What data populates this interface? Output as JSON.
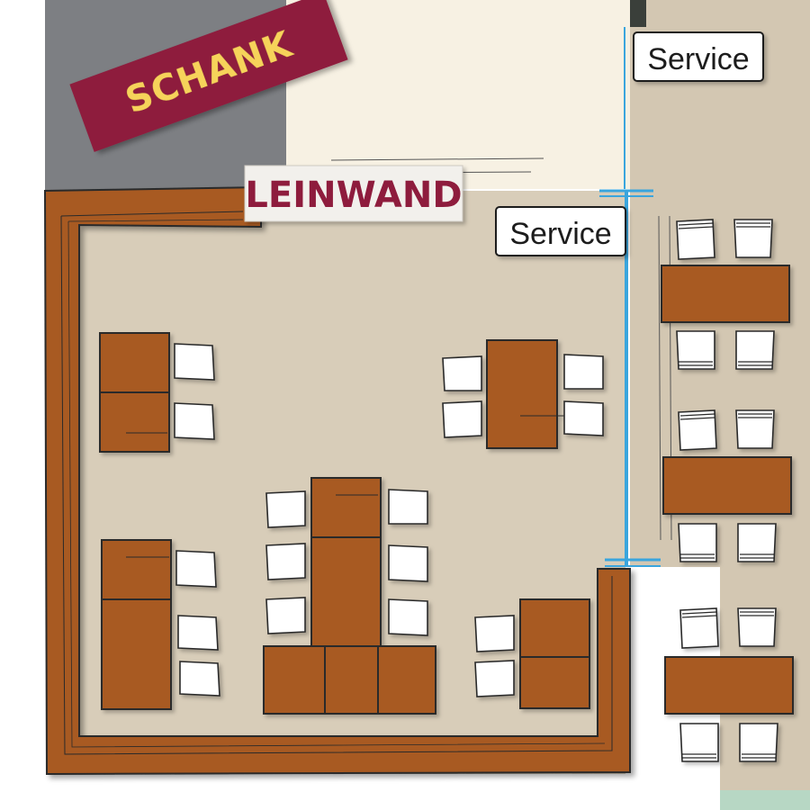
{
  "labels": {
    "bar": "SCHANK",
    "screen": "LEINWAND",
    "service_top": "Service",
    "service_mid": "Service"
  },
  "colors": {
    "bar_area": "#7d7f83",
    "bar_sign": "#8e1f3c",
    "bar_sign_text": "#f6d35a",
    "screen_area": "#f7f1e3",
    "floor": "#d8cdb9",
    "side_floor": "#d3c7b2",
    "wood": "#a85a24",
    "service_line": "#3aa5dd",
    "chair": "#ffffff"
  },
  "icons": {
    "chair": "chair-icon",
    "table": "table-icon"
  }
}
